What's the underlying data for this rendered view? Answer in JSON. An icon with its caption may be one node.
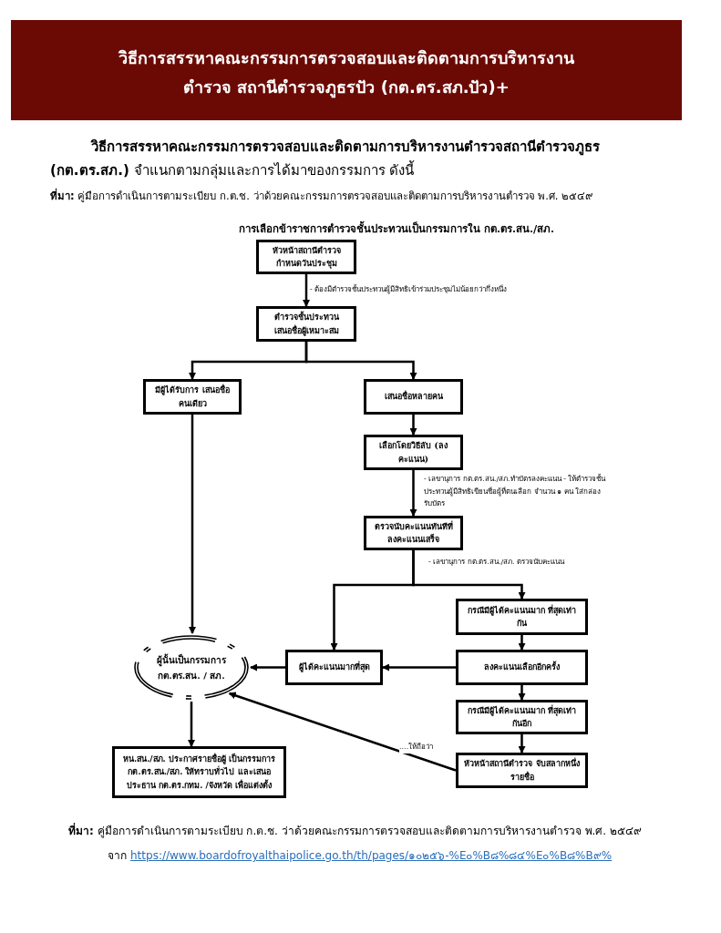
{
  "diagram": {
    "title": "วิธีการสรรหาคณะกรรมการตรวจสอบและติดตามการบริหารงานตำรวจ สถานีตำรวจภูธรปัว (กต.ตร.สภ.ปัว)+",
    "nodes": [
      {
        "text": [
          "หัวหน้าสถานีตำรวจ กำหนดวันประชุม"
        ]
      },
      {
        "text": [
          "ตำรวจชั้นประทวน เสนอชื่อผู้เหมาะสม"
        ]
      },
      {
        "text": [
          "มีผู้ได้รับการ เสนอชื่อคนเดียว"
        ]
      },
      {
        "text": [
          "เสนอชื่อหลายคน"
        ]
      },
      {
        "text": [
          "เลือกโดยวิธีลับ (ลงคะแนน)"
        ]
      },
      {
        "text": [
          "ตรวจนับคะแนนทันทีที่ ลงคะแนนเสร็จ"
        ]
      },
      {
        "text": [
          "กรณีมีผู้ได้คะแนนมาก ที่สุดเท่ากัน"
        ]
      },
      {
        "text": [
          "ผู้นั้นเป็นกรรมการ กต.ตร.สน. / สภ."
        ]
      },
      {
        "text": [
          "ผู้ได้คะแนนมากที่สุด"
        ]
      },
      {
        "text": [
          "ลงคะแนนเลือกอีกครั้ง"
        ]
      },
      {
        "text": [
          "กรณีมีผู้ได้คะแนนมาก ที่สุดเท่ากันอีก"
        ]
      },
      {
        "text": [
          "หัวหน้าสถานีตำรวจ จับสลากหนึ่งรายชื่อ"
        ]
      },
      {
        "text": [
          "หน.สน./สภ. ประกาศรายชื่อผู้ เป็นกรรมการ กต.ตร.สน./สภ. ให้ทราบทั่วไป และเสนอ ประธาน กต.ตร.กทม. /จังหวัด เพื่อแต่งตั้ง"
        ]
      }
    ],
    "edges": [
      {
        "from": 0,
        "to": 1,
        "arrow": "to",
        "label": "- ต้องมีตำรวจชั้นประทวนผู้มีสิทธิเข้าร่วมประชุมไม่น้อยกว่ากึ่งหนึ่ง"
      },
      {
        "from": 1,
        "to": 2,
        "arrow": "to"
      },
      {
        "from": 1,
        "to": 3,
        "arrow": "to"
      },
      {
        "from": 3,
        "to": 4,
        "arrow": "to"
      },
      {
        "from": 4,
        "to": 5,
        "arrow": "to",
        "label": "- เลขานุการ กต.ตร.สน./สภ.ทำบัตรลงคะแนน - ให้ตำรวจชั้นประทวนผู้มีสิทธิเขียนชื่อผู้ที่ตนเลือก จำนวน ๑ คน ใส่กล่องรับบัตร"
      },
      {
        "from": 5,
        "to": 8,
        "arrow": "to",
        "label": "- เลขานุการ กต.ตร.สน./สภ. ตรวจนับคะแนน"
      },
      {
        "from": 5,
        "to": 6,
        "arrow": "to"
      },
      {
        "from": 2,
        "to": 7,
        "arrow": "to"
      },
      {
        "from": 8,
        "to": 7,
        "arrow": "to"
      },
      {
        "from": 9,
        "to": 8,
        "arrow": "to"
      },
      {
        "from": 6,
        "to": 9,
        "arrow": "to"
      },
      {
        "from": 9,
        "to": 10,
        "arrow": "to"
      },
      {
        "from": 10,
        "to": 11,
        "arrow": "to"
      },
      {
        "from": 11,
        "to": 7,
        "arrow": "to",
        "label": "....ให้ถือว่า"
      },
      {
        "from": 7,
        "to": 12,
        "arrow": "to"
      }
    ],
    "labels": [
      "**วิธีการสรรหาคณะกรรมการตรวจสอบและติดตามการบริหารงานตำรวจสถานีตำรวจภูธร (กต.ตร.สภ.)** จำแนกตามกลุ่มและการได้มาของกรรมการ ดังนี้",
      "**ที่มา:** คู่มือการดำเนินการตามระเบียบ ก.ต.ช. ว่าด้วยคณะกรรมการตรวจสอบและติดตามการบริหารงานตำรวจ พ.ศ. ๒๕๔๙",
      "การเลือกข้าราชการตำรวจชั้นประทวนเป็นกรรมการใน กต.ตร.สน./สภ.",
      "**ที่มา:** คู่มือการดำเนินการตามระเบียบ ก.ต.ช. ว่าด้วยคณะกรรมการตรวจสอบและติดตามการบริหารงานตำรวจ พ.ศ. ๒๕๔๙",
      "จาก",
      "https://www.boardofroyalthaipolice.go.th/th/pages/๑๐๒๕๖-%E๐%B๘%๘๔%E๐%B๘%B๙%"
    ]
  }
}
